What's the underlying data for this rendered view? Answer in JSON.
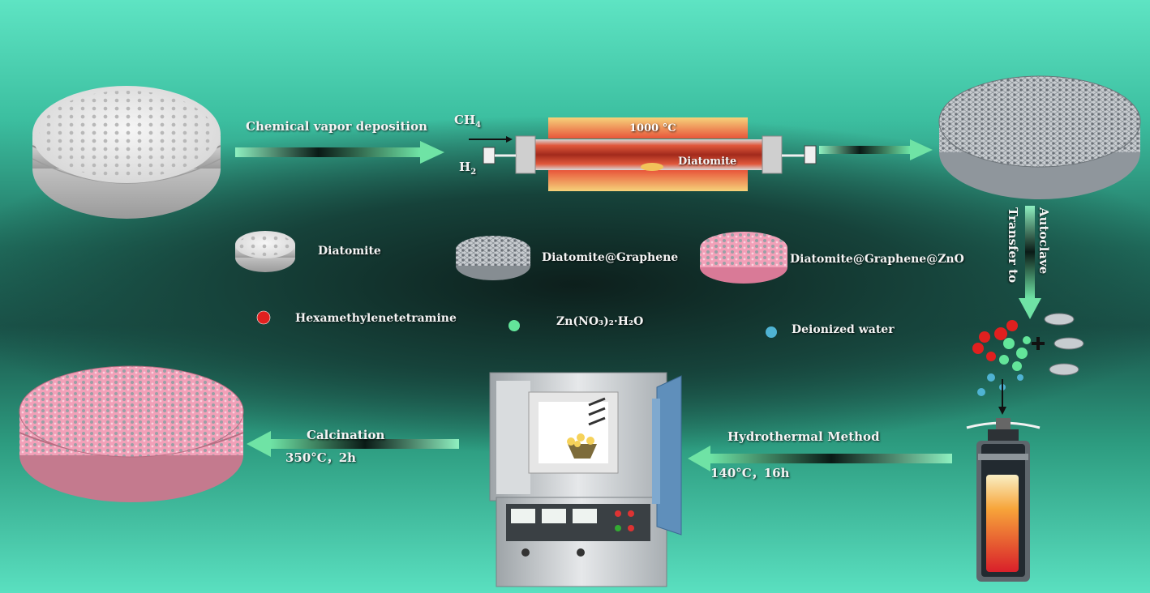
{
  "steps": {
    "cvd": "Chemical vapor deposition",
    "autoclave": "Autoclave",
    "transfer": "Transfer to",
    "hydrothermal": "Hydrothermal Method",
    "hydrothermal_cond": "140°C，16h",
    "calcination": "Calcination",
    "calcination_cond": "350°C，2h"
  },
  "furnace": {
    "ch4": "CH",
    "ch4_sub": "4",
    "h2": "H",
    "h2_sub": "2",
    "temperature": "1000 °C",
    "sample": "Diatomite"
  },
  "legend": {
    "diatomite": "Diatomite",
    "diatomite_graphene": "Diatomite@Graphene",
    "diatomite_graphene_zno": "Diatomite@Graphene@ZnO",
    "hexamethylenetetramine": "Hexamethylenetetramine",
    "zinc_nitrate": "Zn(NO₃)₂·H₂O",
    "deionized_water": "Deionized water"
  },
  "colors": {
    "accent_arrow": "#6fe3a5",
    "tube_hot": "#e85a36",
    "hexamine_dot": "#e0201f",
    "zinc_dot": "#63e59a",
    "water_dot": "#4fb3d3",
    "zno_pink": "#f2a0b8"
  }
}
